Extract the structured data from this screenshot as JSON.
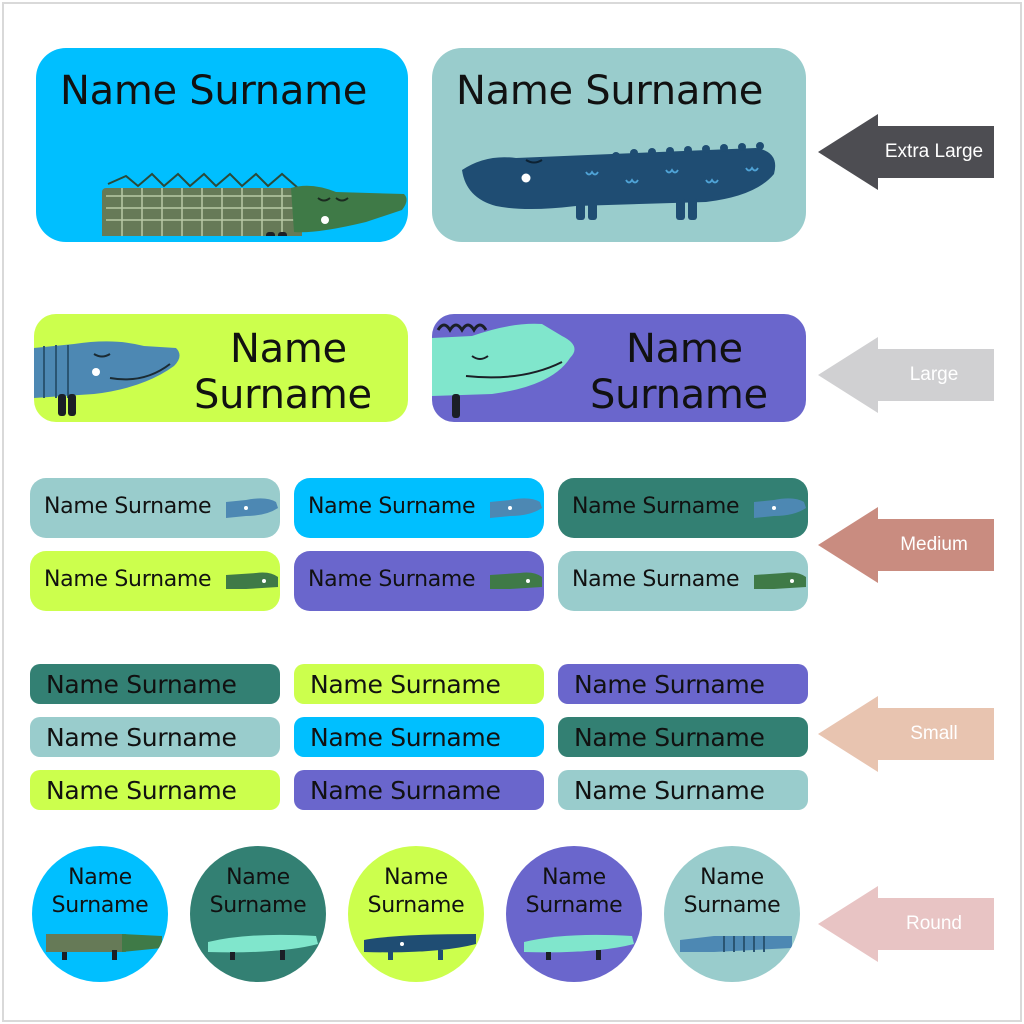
{
  "colors": {
    "blue": "#00bfff",
    "sage": "#99cccc",
    "lime": "#ccff4d",
    "purple": "#6a66cc",
    "teal": "#338073"
  },
  "sizes": {
    "extra_large": "Extra Large",
    "large": "Large",
    "medium": "Medium",
    "small": "Small",
    "round": "Round"
  },
  "arrow_colors": {
    "extra_large": "#4d4d52",
    "large": "#d0d0d2",
    "medium": "#c98c80",
    "small": "#e8c4b0",
    "round": "#e8c4c4"
  },
  "text": {
    "full": "Name Surname",
    "first": "Name",
    "last": "Surname"
  }
}
